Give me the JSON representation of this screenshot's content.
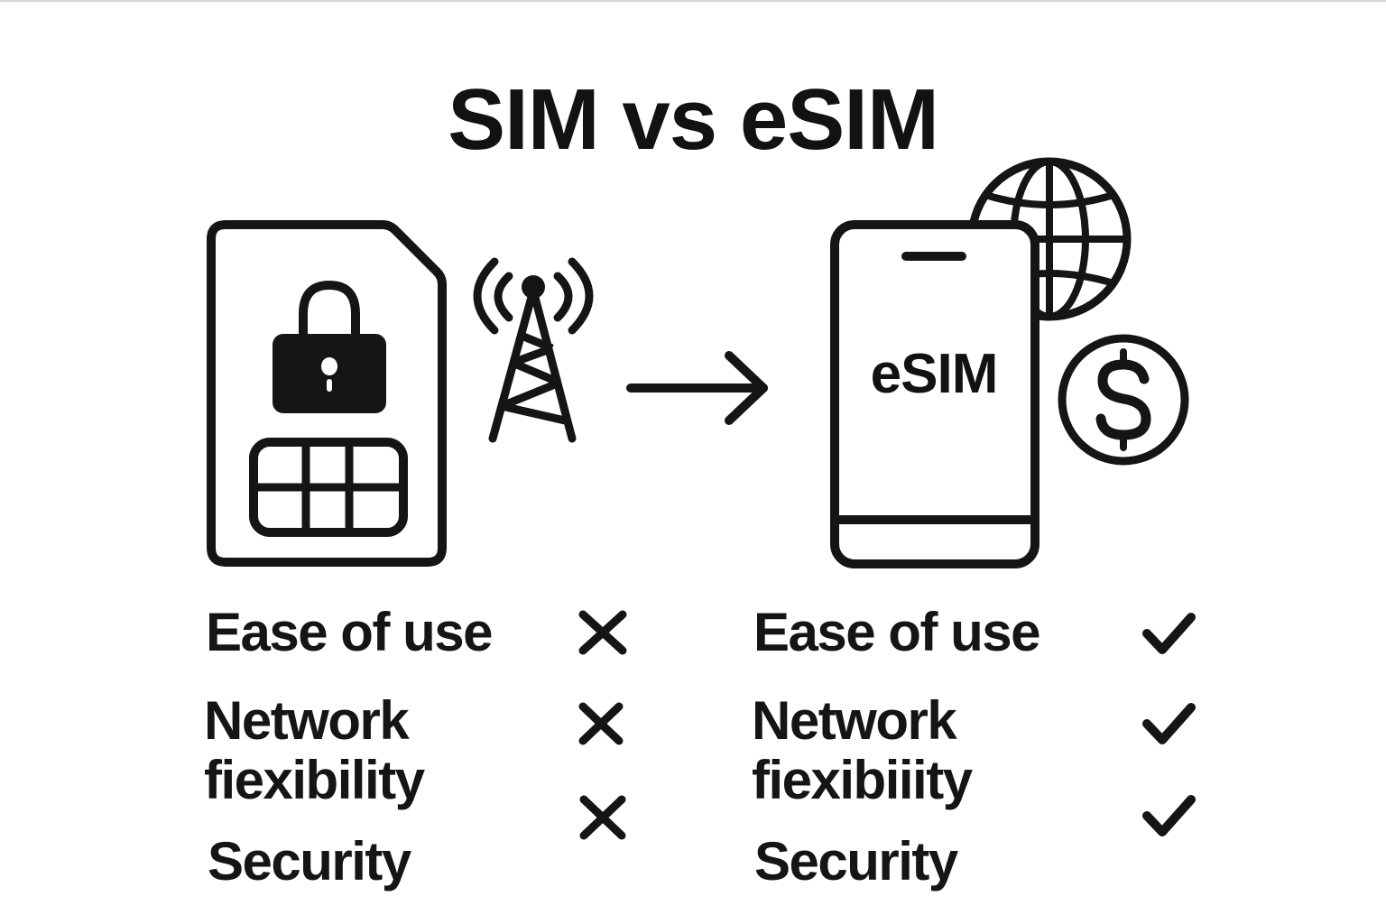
{
  "title": "SIM vs eSIM",
  "colors": {
    "ink": "#151515",
    "background": "#ffffff",
    "top_rule": "#d6d6d6"
  },
  "left_panel": {
    "name": "SIM",
    "icons": [
      "sim-card-icon",
      "padlock-icon",
      "chip-icon",
      "cell-tower-icon"
    ],
    "features": [
      {
        "label": "Ease of use",
        "status": "cross",
        "icon": "cross-icon"
      },
      {
        "label": "Network fiexibility",
        "status": "cross",
        "icon": "cross-icon"
      },
      {
        "label": "Security",
        "status": "cross",
        "icon": "cross-icon"
      }
    ]
  },
  "transition": {
    "icon": "right-arrow-icon"
  },
  "right_panel": {
    "name": "eSIM",
    "phone_label": "eSIM",
    "icons": [
      "smartphone-icon",
      "globe-icon",
      "dollar-coin-icon"
    ],
    "features": [
      {
        "label": "Ease of use",
        "status": "check",
        "icon": "check-icon"
      },
      {
        "label": "Network fiexibiiity",
        "status": "check",
        "icon": "check-icon"
      },
      {
        "label": "Security",
        "status": "check",
        "icon": "check-icon"
      }
    ]
  }
}
